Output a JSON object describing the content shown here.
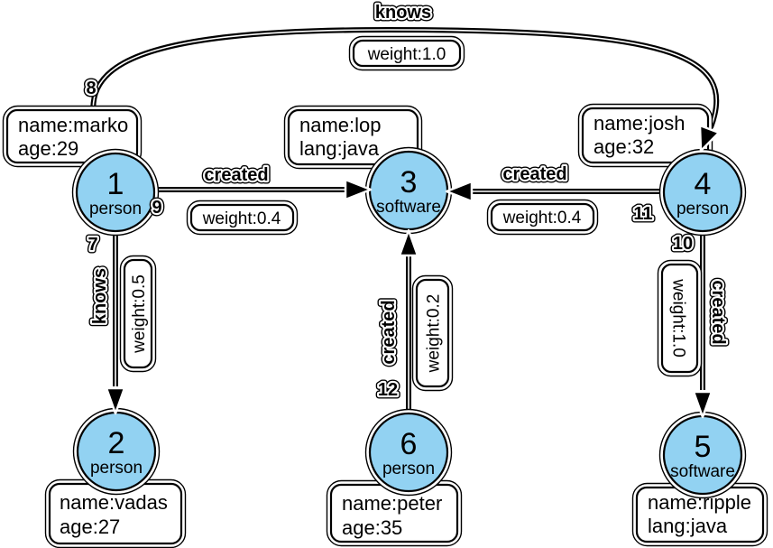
{
  "diagram": {
    "background": "#ffffff",
    "node_fill": "#92d2f2",
    "node_stroke": "#000000",
    "nodes": [
      {
        "id": "1",
        "type": "person",
        "properties": [
          "name:marko",
          "age:29"
        ]
      },
      {
        "id": "2",
        "type": "person",
        "properties": [
          "name:vadas",
          "age:27"
        ]
      },
      {
        "id": "3",
        "type": "software",
        "properties": [
          "name:lop",
          "lang:java"
        ]
      },
      {
        "id": "4",
        "type": "person",
        "properties": [
          "name:josh",
          "age:32"
        ]
      },
      {
        "id": "5",
        "type": "software",
        "properties": [
          "name:ripple",
          "lang:java"
        ]
      },
      {
        "id": "6",
        "type": "person",
        "properties": [
          "name:peter",
          "age:35"
        ]
      }
    ],
    "edges": [
      {
        "id": "7",
        "label": "knows",
        "weight": "weight:0.5",
        "from": "1",
        "to": "2"
      },
      {
        "id": "8",
        "label": "knows",
        "weight": "weight:1.0",
        "from": "1",
        "to": "4"
      },
      {
        "id": "9",
        "label": "created",
        "weight": "weight:0.4",
        "from": "1",
        "to": "3"
      },
      {
        "id": "10",
        "label": "created",
        "weight": "weight:1.0",
        "from": "4",
        "to": "5"
      },
      {
        "id": "11",
        "label": "created",
        "weight": "weight:0.4",
        "from": "4",
        "to": "3"
      },
      {
        "id": "12",
        "label": "created",
        "weight": "weight:0.2",
        "from": "6",
        "to": "3"
      }
    ]
  }
}
